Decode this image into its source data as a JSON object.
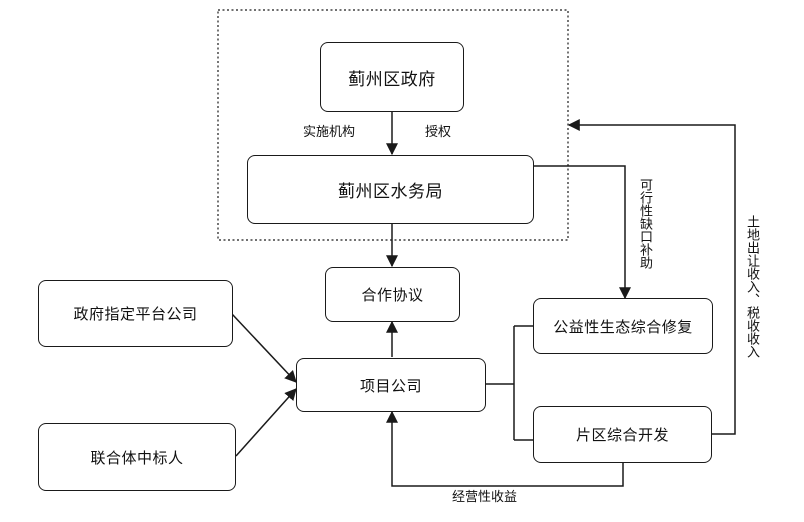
{
  "nodes": {
    "district_government": "蓟州区政府",
    "water_affairs_bureau": "蓟州区水务局",
    "cooperation_agreement": "合作协议",
    "government_platform_company": "政府指定平台公司",
    "consortium_winning_bidder": "联合体中标人",
    "project_company": "项目公司",
    "public_welfare_restoration": "公益性生态综合修复",
    "area_comprehensive_development": "片区综合开发"
  },
  "edge_labels": {
    "implementing_agency": "实施机构",
    "authorization": "授权",
    "viability_gap_subsidy": "可行性缺口补助",
    "land_transfer_tax_revenue": "土地出让收入、税收收入",
    "operating_revenue": "经营性收益"
  },
  "colors": {
    "line": "#1a1a1a",
    "box_border": "#1a1a1a",
    "background": "#ffffff"
  }
}
